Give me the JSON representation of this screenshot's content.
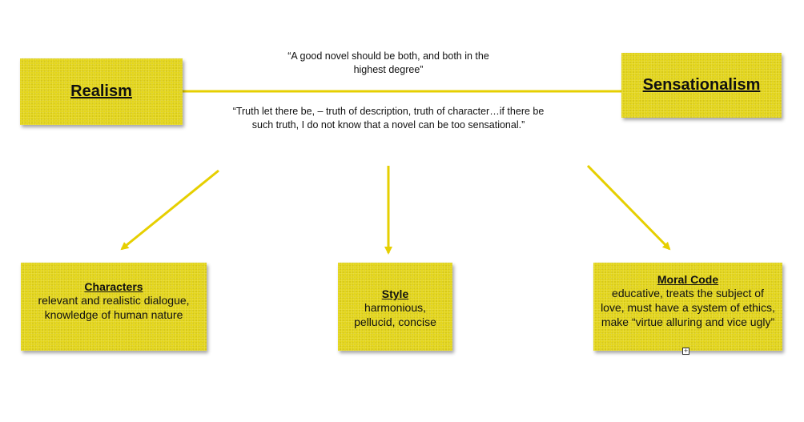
{
  "nodes": {
    "realism": {
      "title": "Realism"
    },
    "sensationalism": {
      "title": "Sensationalism"
    },
    "characters": {
      "title": "Characters",
      "body": "relevant and realistic dialogue, knowledge of human nature"
    },
    "style": {
      "title": "Style",
      "body": "harmonious, pellucid, concise"
    },
    "moral_code": {
      "title": "Moral Code",
      "body": "educative, treats the subject of love, must have a system of ethics, make “virtue alluring and vice ugly”"
    }
  },
  "quotes": {
    "top": "“A good novel should be both, and both in the highest degree”",
    "middle": "“Truth let there be, – truth of description, truth of character…if there be such truth, I do not know that a novel can be too sensational.”"
  },
  "colors": {
    "note": "#e3d51a",
    "connector": "#e6cf00"
  },
  "icons": {
    "resize_handle": "plus-square-icon"
  }
}
